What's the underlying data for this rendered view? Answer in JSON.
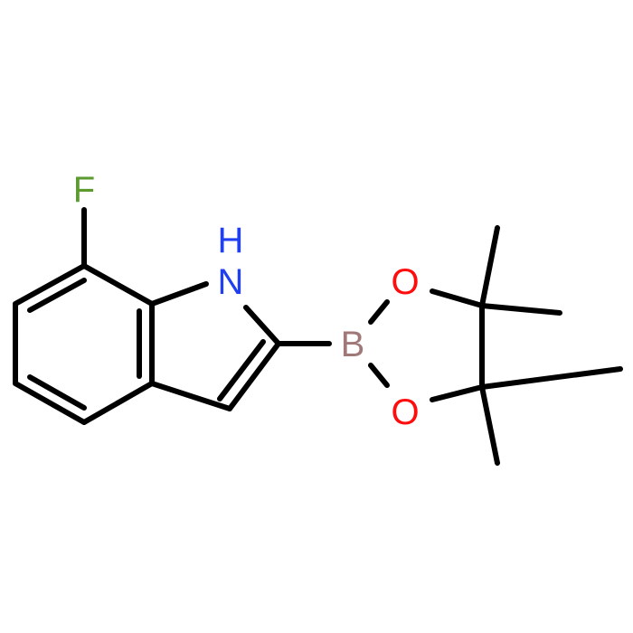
{
  "molecule": {
    "atoms": [
      {
        "id": "F",
        "label": "F",
        "color": "#5a9a2e"
      },
      {
        "id": "H",
        "label": "H",
        "color": "#2040f0"
      },
      {
        "id": "N",
        "label": "N",
        "color": "#2040f0"
      },
      {
        "id": "B",
        "label": "B",
        "color": "#a07878"
      },
      {
        "id": "O1",
        "label": "O",
        "color": "#ff0d0d"
      },
      {
        "id": "O2",
        "label": "O",
        "color": "#ff0d0d"
      }
    ]
  }
}
